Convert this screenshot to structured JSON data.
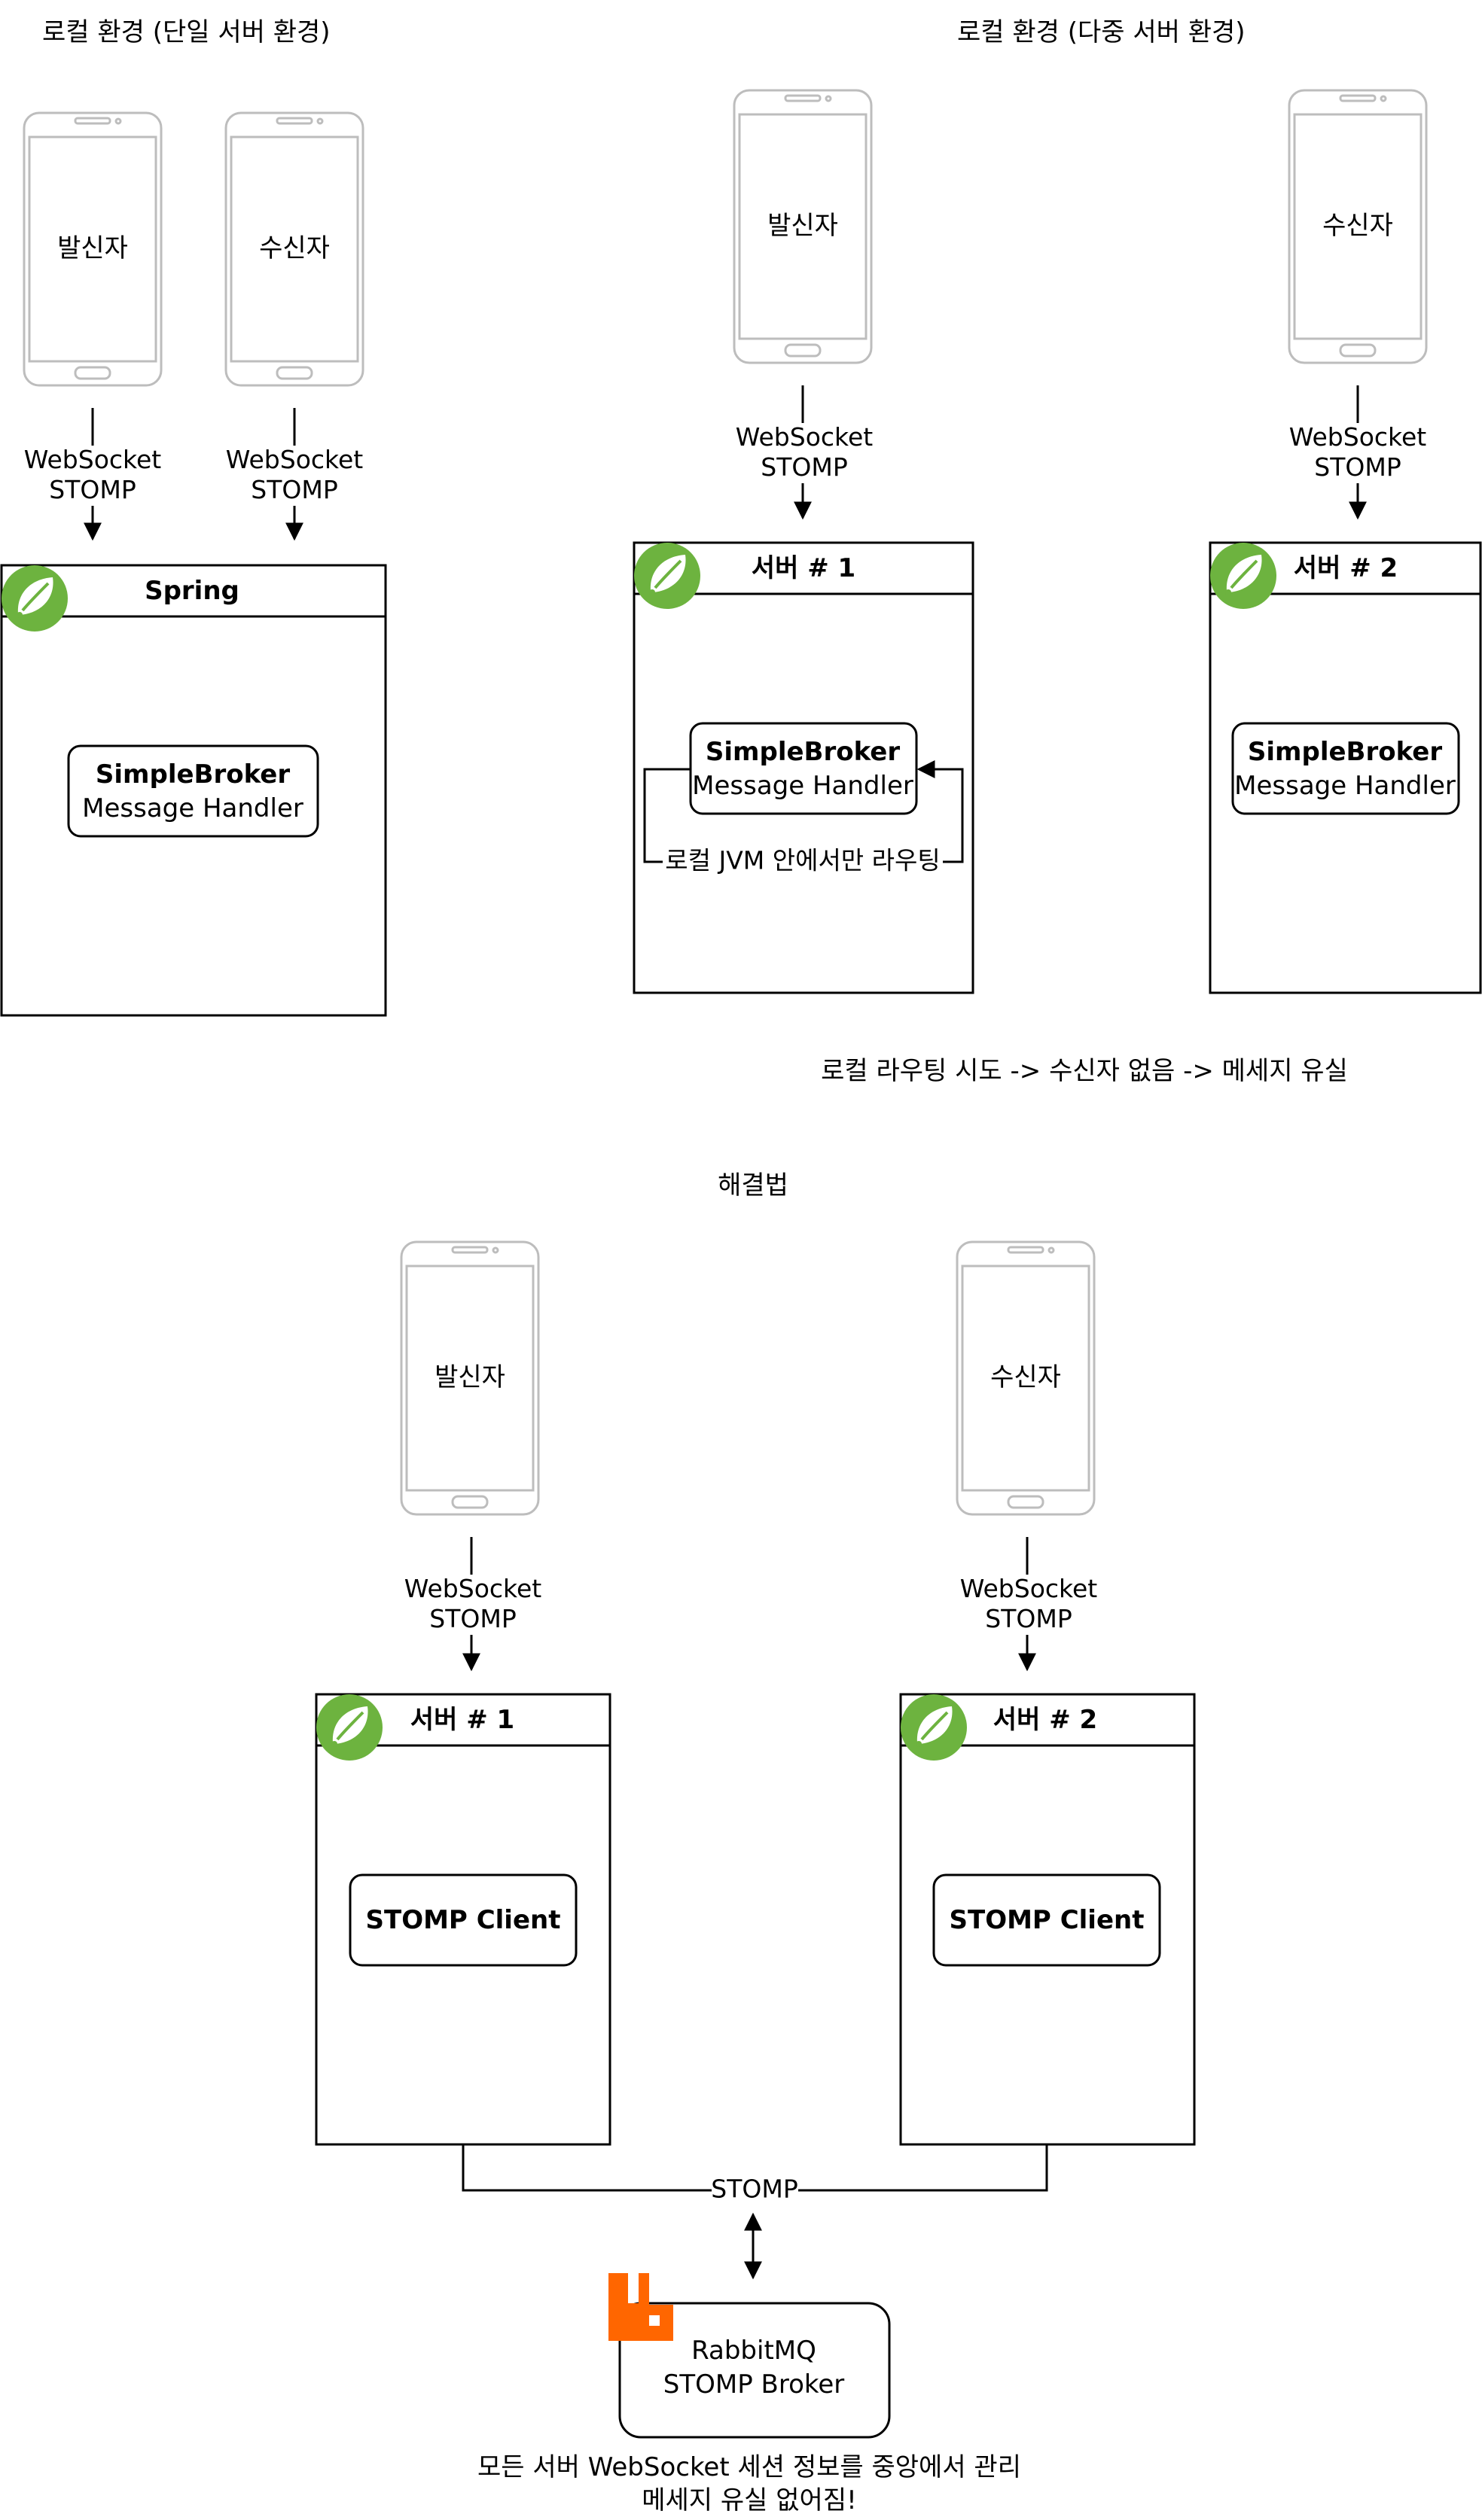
{
  "sections": {
    "single": {
      "title": "로컬 환경 (단일 서버 환경)"
    },
    "multi": {
      "title": "로컬 환경 (다중 서버 환경)",
      "loop_label": "로컬 JVM 안에서만 라우팅",
      "failure_note": "로컬 라우팅 시도 -> 수신자 없음 -> 메세지 유실"
    },
    "solution": {
      "title": "해결법",
      "link_label": "STOMP",
      "note_line1": "모든 서버 WebSocket 세션 정보를 중앙에서 관리",
      "note_line2": "메세지 유실 없어짐!"
    }
  },
  "phones": {
    "sender": "발신자",
    "receiver": "수신자"
  },
  "protocol": {
    "line1": "WebSocket",
    "line2": "STOMP"
  },
  "servers": {
    "spring": "Spring",
    "server1": "서버 # 1",
    "server2": "서버 # 2"
  },
  "components": {
    "simple_broker_title": "SimpleBroker",
    "simple_broker_sub": "Message Handler",
    "stomp_client": "STOMP Client"
  },
  "broker": {
    "line1": "RabbitMQ",
    "line2": "STOMP Broker"
  },
  "icons": {
    "spring": "spring-leaf-icon",
    "rabbitmq": "rabbitmq-icon",
    "phone": "smartphone-icon"
  },
  "colors": {
    "spring_green": "#6db33f",
    "rabbitmq_orange": "#ff6600",
    "phone_outline": "#bdbdbd"
  }
}
